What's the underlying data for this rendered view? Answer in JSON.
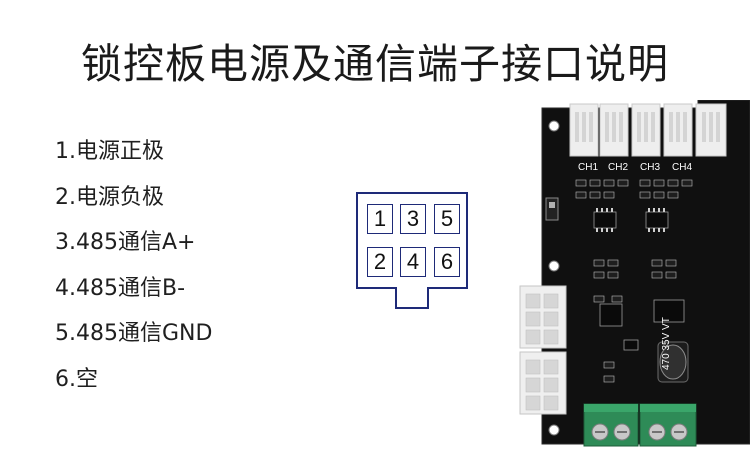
{
  "title": "锁控板电源及通信端子接口说明",
  "pins": [
    "1.电源正极",
    "2.电源负极",
    "3.485通信A+",
    "4.485通信B-",
    "5.485通信GND",
    "6.空"
  ],
  "connector": {
    "top_row": [
      "1",
      "3",
      "5"
    ],
    "bottom_row": [
      "2",
      "4",
      "6"
    ]
  },
  "board": {
    "channels": [
      "CH1",
      "CH2",
      "CH3",
      "CH4"
    ],
    "capacitor_text": "470\n35V\nVT",
    "colors": {
      "pcb": "#0f0f0f",
      "terminal": "#2e8b57",
      "connector_line": "#1e2a78"
    }
  }
}
